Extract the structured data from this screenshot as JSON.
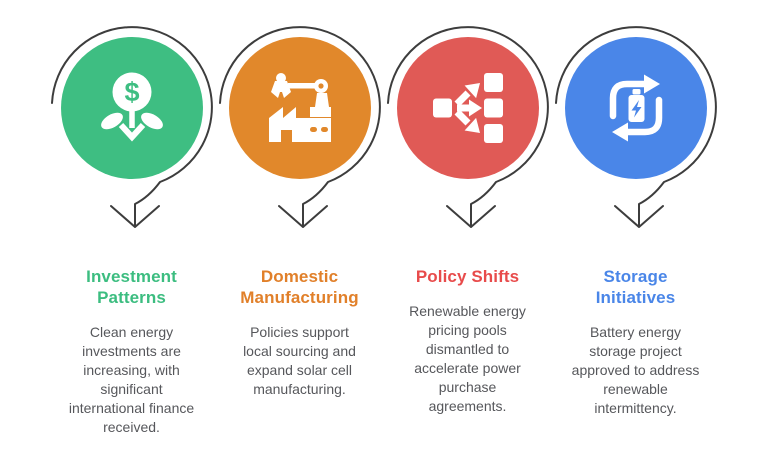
{
  "infographic": {
    "colors": {
      "background": "#FFFFFF",
      "outline": "#3D3D3D",
      "body_text": "#56575B",
      "icon": "#FFFFFF"
    },
    "items": [
      {
        "id": "investment-patterns",
        "icon": "money-plant-growth-icon",
        "title": "Investment\nPatterns",
        "title_color": "#3CBD80",
        "color": "#3EBE82",
        "currency_symbol": "$",
        "description": "Clean energy\ninvestments are\nincreasing, with\nsignificant\ninternational finance\nreceived."
      },
      {
        "id": "domestic-manufacturing",
        "icon": "factory-robot-arm-icon",
        "title": "Domestic\nManufacturing",
        "title_color": "#E1802A",
        "color": "#E1882B",
        "description": "Policies support\nlocal sourcing and\nexpand solar cell\nmanufacturing."
      },
      {
        "id": "policy-shifts",
        "icon": "distribution-flow-icon",
        "title": "Policy Shifts",
        "title_color": "#E84B4B",
        "color": "#E05A56",
        "description": "Renewable energy\npricing pools\ndismantled to\naccelerate power\npurchase\nagreements."
      },
      {
        "id": "storage-initiatives",
        "icon": "battery-recharge-cycle-icon",
        "title": "Storage\nInitiatives",
        "title_color": "#4A86E8",
        "color": "#4A86E8",
        "description": "Battery energy\nstorage project\napproved to address\nrenewable\nintermittency."
      }
    ]
  }
}
